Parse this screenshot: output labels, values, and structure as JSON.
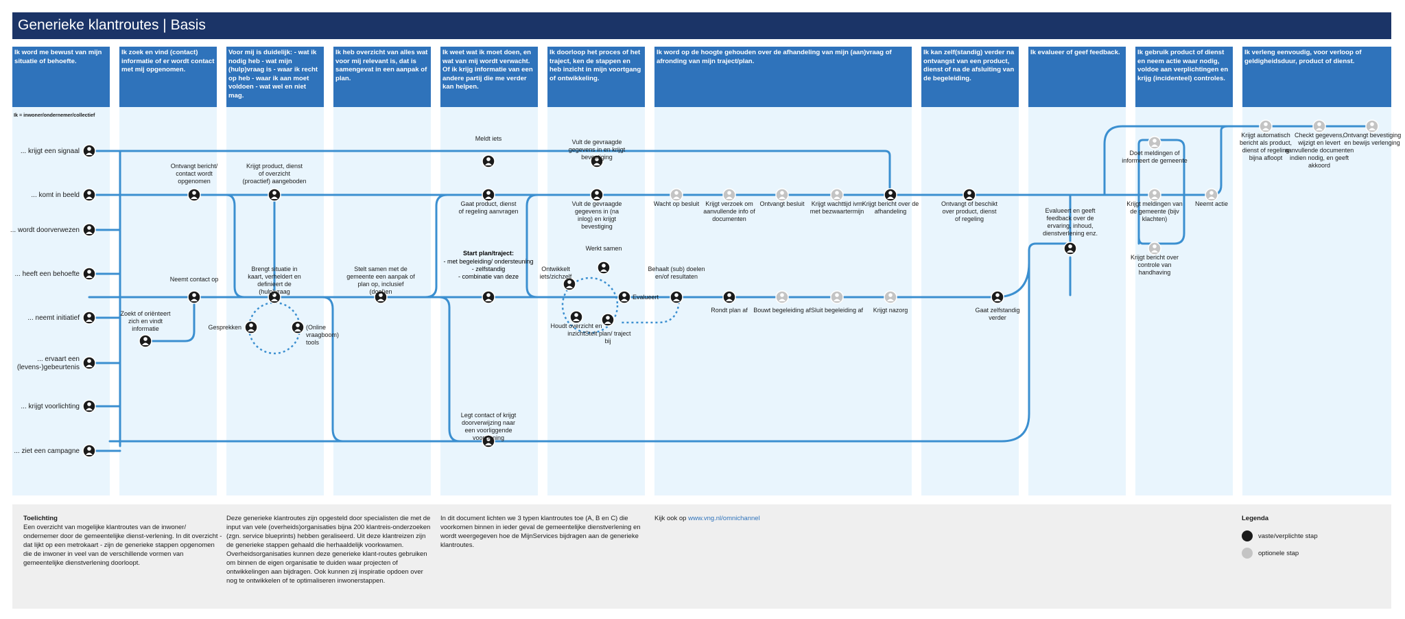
{
  "title": "Generieke klantroutes | Basis",
  "ik_definition": "Ik = inwoner/ondernemer/collectief",
  "colors": {
    "title_bar": "#1b3467",
    "phase_head": "#2f73bb",
    "phase_bg": "#e9f5fd",
    "line": "#3b8fd0",
    "step_mandatory": "#1a1a1a",
    "step_optional": "#c4c4c4"
  },
  "phases": [
    "Ik word me bewust van mijn situatie of behoefte.",
    "Ik zoek en vind (contact) informatie of er wordt contact met mij opgenomen.",
    "Voor mij is duidelijk:\n- wat ik nodig heb - wat mijn (hulp)vraag is - waar ik recht op heb - waar ik aan moet voldoen - wat wel en niet mag.",
    "Ik heb overzicht van alles wat voor mij relevant is, dat is samengevat in een aanpak of plan.",
    "Ik weet wat ik moet doen, en wat van mij wordt verwacht. Of ik krijg informatie van een andere partij die me verder kan helpen.",
    "Ik doorloop het proces of het traject, ken de stappen en heb inzicht in mijn voortgang of ontwikkeling.",
    "Ik word op de hoogte gehouden over de afhandeling van mijn (aan)vraag of afronding van mijn traject/plan.",
    "Ik kan zelf(standig) verder na ontvangst van een product, dienst of na de afsluiting van de begeleiding.",
    "Ik evalueer of geef feedback.",
    "Ik gebruik product of dienst en neem actie waar nodig, voldoe aan verplichtingen en krijg (incidenteel) controles.",
    "Ik verleng eenvoudig, voor verloop of geldigheidsduur, product of dienst."
  ],
  "triggers": [
    "... krijgt een signaal",
    "... komt in beeld",
    "... wordt doorverwezen",
    "... heeft een behoefte",
    "... neemt initiatief",
    "... ervaart een (levens-)gebeurtenis",
    "... krijgt voorlichting",
    "... ziet een campagne"
  ],
  "steps": {
    "meldt": "Meldt iets",
    "vult_gegevens": "Vult de gevraagde gegevens in en krijgt bevestiging",
    "ontvangt_bericht": "Ontvangt bericht/ contact wordt opgenomen",
    "krijgt_product": "Krijgt product, dienst of overzicht (proactief) aangeboden",
    "gaat_product": "Gaat product, dienst of regeling aanvragen",
    "vult_inlog": "Vult de gevraagde gegevens in (na inlog) en krijgt bevestiging",
    "wacht_besluit": "Wacht op besluit",
    "verzoek_info": "Krijgt verzoek om aanvullende info of documenten",
    "ontvangt_besluit": "Ontvangt besluit",
    "wachttijd": "Krijgt wachttijd ivm met bezwaartermijn",
    "bericht_afhandeling": "Krijgt bericht over de afhandeling",
    "ontvangt_beschikt": "Ontvangt of beschikt over product, dienst of regeling",
    "evalueert": "Evalueert en geeft feedback over de ervaring, inhoud, dienstverlening enz.",
    "doet_meldingen": "Doet meldingen of informeert de gemeente",
    "krijgt_meldingen": "Krijgt meldingen van de gemeente (bijv klachten)",
    "bericht_controle": "Krijgt bericht over controle van handhaving",
    "neemt_actie": "Neemt actie",
    "automatisch": "Krijgt automatisch bericht als product, dienst of regeling bijna afloopt",
    "checkt": "Checkt gegevens, wijzigt en levert aanvullende documenten indien nodig, en geeft akkoord",
    "bevestiging": "Ontvangt bevestiging en bewijs verlenging",
    "neemt_contact": "Neemt contact op",
    "zoekt": "Zoekt of oriënteert zich en vindt informatie",
    "brengt": "Brengt situatie in kaart, verheldert en definieert de (hulp)vraag",
    "gesprekken": "Gesprekken",
    "tools": "(Online vraagboom) tools",
    "stelt_samen": "Stelt samen met de gemeente een aanpak of plan op, inclusief (doel)en",
    "start_plan_title": "Start plan/traject:",
    "start_plan_items": "- met begeleiding/ ondersteuning\n- zelfstandig\n- combinatie van deze",
    "werkt_samen": "Werkt samen",
    "ontwikkelt": "Ontwikkelt iets/zichzelf",
    "evalueert_kort": "Evalueert",
    "houdt_overzicht": "Houdt overzicht en inzicht",
    "stelt_plan_bij": "Stelt plan/ traject bij",
    "behaalt": "Behaalt (sub) doelen en/of resultaten",
    "rondt_af": "Rondt plan af",
    "bouwt_af": "Bouwt begeleiding af",
    "sluit_af": "Sluit begeleiding af",
    "nazorg": "Krijgt nazorg",
    "zelfstandig": "Gaat zelfstandig verder",
    "legt_contact": "Legt contact of krijgt doorverwijzing naar een voorliggende voorziening"
  },
  "footer": {
    "toelichting_title": "Toelichting",
    "toelichting": "Een overzicht van mogelijke klantroutes van de inwoner/ ondernemer door de gemeentelijke dienst-verlening. In dit overzicht - dat lijkt op een metrokaart - zijn de generieke stappen opgenomen die de inwoner in veel van de verschillende vormen van gemeentelijke dienstverlening doorloopt.",
    "text2": "Deze generieke klantroutes zijn opgesteld door specialisten die met de input van vele (overheids)organisaties bijna 200 klantreis-onderzoeken (zgn. service blueprints) hebben geraliseerd. Uit deze klantreizen zijn de generieke stappen gehaald die herhaaldelijk voorkwamen. Overheidsorganisaties kunnen deze generieke klant-routes gebruiken om binnen de eigen organisatie te duiden waar projecten of ontwikkelingen aan bijdragen. Ook kunnen zij inspiratie opdoen over nog te ontwikkelen of te optimaliseren inwonerstappen.",
    "text3": "In dit document lichten we 3 typen klantroutes toe (A, B en C) die voorkomen binnen in ieder geval de gemeentelijke dienstverlening en wordt weergegeven hoe de MijnServices bijdragen aan de generieke klantroutes.",
    "kijk_prefix": "Kijk ook op",
    "kijk_link": "www.vng.nl/omnichannel",
    "legenda_title": "Legenda",
    "legenda_verplicht": "vaste/verplichte stap",
    "legenda_optioneel": "optionele stap"
  }
}
